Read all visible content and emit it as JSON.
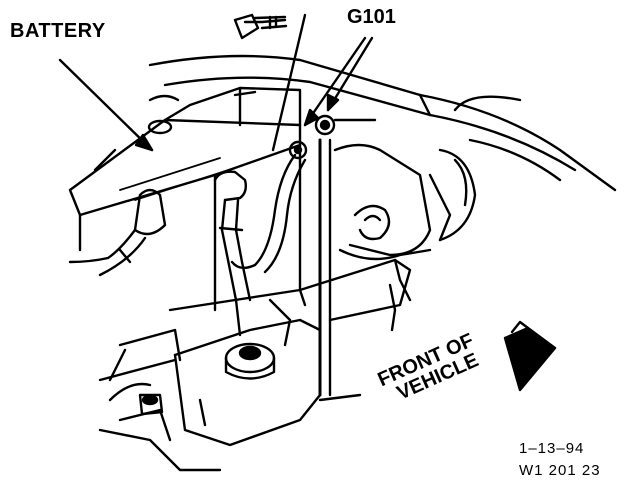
{
  "labels": {
    "battery": "BATTERY",
    "ground": "G101",
    "direction_line1": "FRONT OF",
    "direction_line2": "VEHICLE",
    "date": "1–13–94",
    "figure_code": "W1 201 23"
  },
  "colors": {
    "ink": "#000000",
    "paper": "#ffffff"
  }
}
